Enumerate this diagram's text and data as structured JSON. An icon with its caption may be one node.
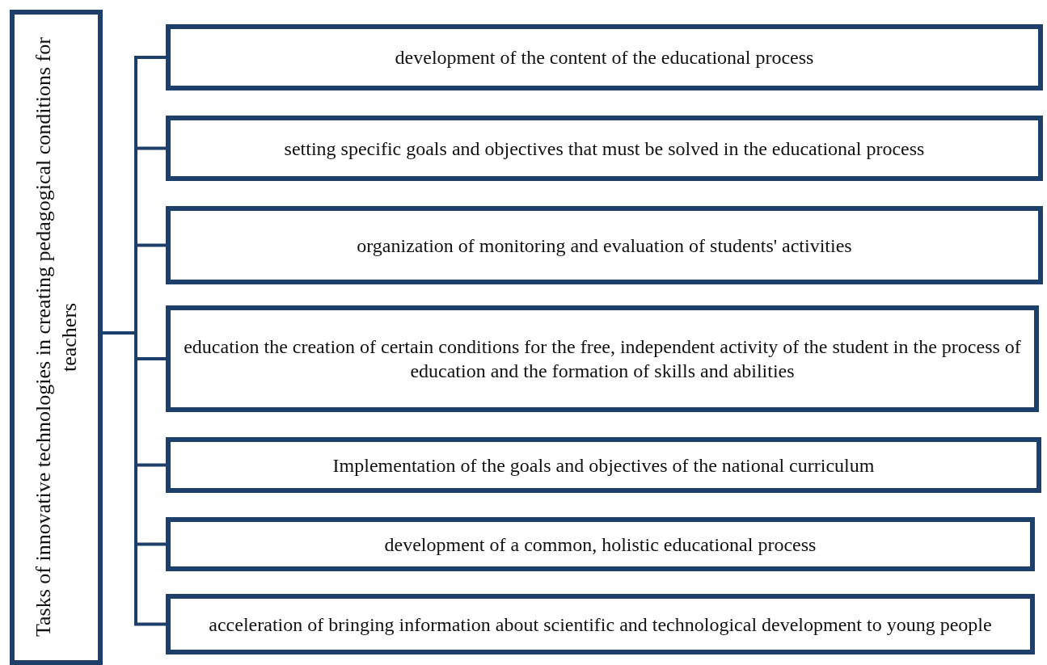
{
  "diagram": {
    "nodes": [
      {
        "text": [
          "Tasks of innovative technologies in creating pedagogical conditions for teachers"
        ]
      },
      {
        "text": [
          "development of the content of the educational process"
        ]
      },
      {
        "text": [
          "setting specific goals and objectives that must be solved in the educational process"
        ]
      },
      {
        "text": [
          "organization of monitoring and evaluation of students' activities"
        ]
      },
      {
        "text": [
          "education the creation of certain conditions for the free, independent activity of the student in the process of education and the formation of skills and abilities"
        ]
      },
      {
        "text": [
          "Implementation of the goals and objectives of the national curriculum"
        ]
      },
      {
        "text": [
          "development of a common, holistic educational process"
        ]
      },
      {
        "text": [
          "acceleration of bringing information about scientific and technological development to young people"
        ]
      }
    ],
    "edges": [
      {
        "from": 0,
        "to": 1,
        "arrow": "none"
      },
      {
        "from": 0,
        "to": 2,
        "arrow": "none"
      },
      {
        "from": 0,
        "to": 3,
        "arrow": "none"
      },
      {
        "from": 0,
        "to": 4,
        "arrow": "none"
      },
      {
        "from": 0,
        "to": 5,
        "arrow": "none"
      },
      {
        "from": 0,
        "to": 6,
        "arrow": "none"
      },
      {
        "from": 0,
        "to": 7,
        "arrow": "none"
      }
    ]
  }
}
